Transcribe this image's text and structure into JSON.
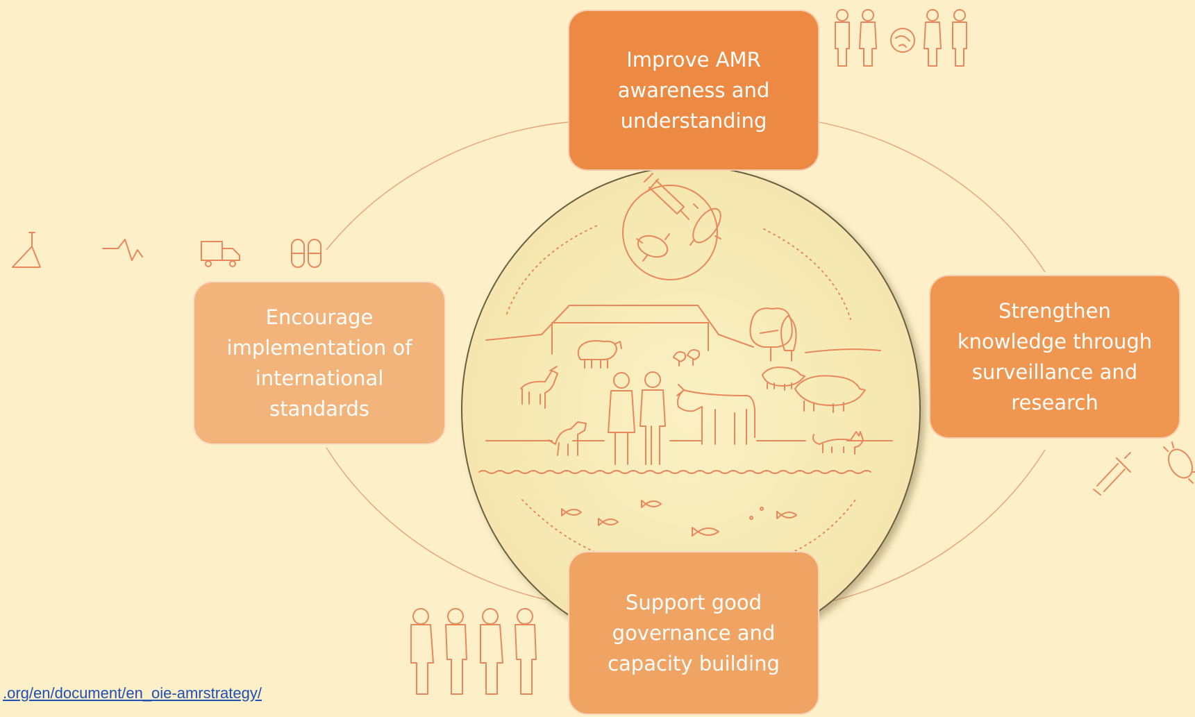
{
  "colors": {
    "background": "#fdf0c8",
    "line_art": "#e8875a",
    "ring": "#e8a07a",
    "center_fill": "#f8edbc",
    "box_top": "#ec8a44",
    "box_right": "#ef9650",
    "box_bottom": "#f0a464",
    "box_left": "#f3b47c",
    "link": "#1f4fb4"
  },
  "boxes": {
    "top": "Improve AMR\nawareness and\nunderstanding",
    "right": "Strengthen\nknowledge through\nsurveillance and\nresearch",
    "bottom": "Support good\ngovernance and\ncapacity building",
    "left": "Encourage\nimplementation of\ninternational\nstandards"
  },
  "icons": [
    "flask-icon",
    "pulse-icon",
    "truck-icon",
    "capsules-icon",
    "people-icon",
    "bacteria-icon",
    "syringe-icon",
    "farm-barn-icon",
    "sheep-icon",
    "goat-icon",
    "dog-icon",
    "cow-icon",
    "pig-icon",
    "cat-icon",
    "chicken-icon",
    "fish-icon",
    "tree-icon"
  ],
  "source_link": ".org/en/document/en_oie-amrstrategy/"
}
